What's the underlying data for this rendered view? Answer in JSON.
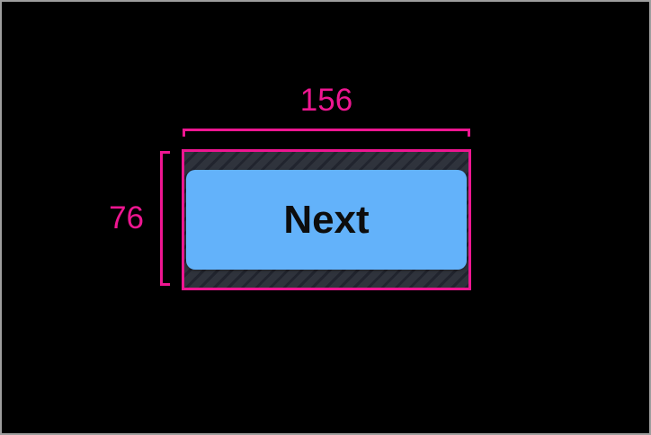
{
  "measurement": {
    "width_label": "156",
    "height_label": "76"
  },
  "button": {
    "label": "Next"
  },
  "colors": {
    "accent": "#ee1691",
    "button-fill": "#63b2fa",
    "button-text": "#0d0d0d",
    "hatch-base": "#2f333c",
    "hatch-stripe": "#21242e",
    "canvas-bg": "#000000",
    "frame-border": "#9e9e9e"
  }
}
